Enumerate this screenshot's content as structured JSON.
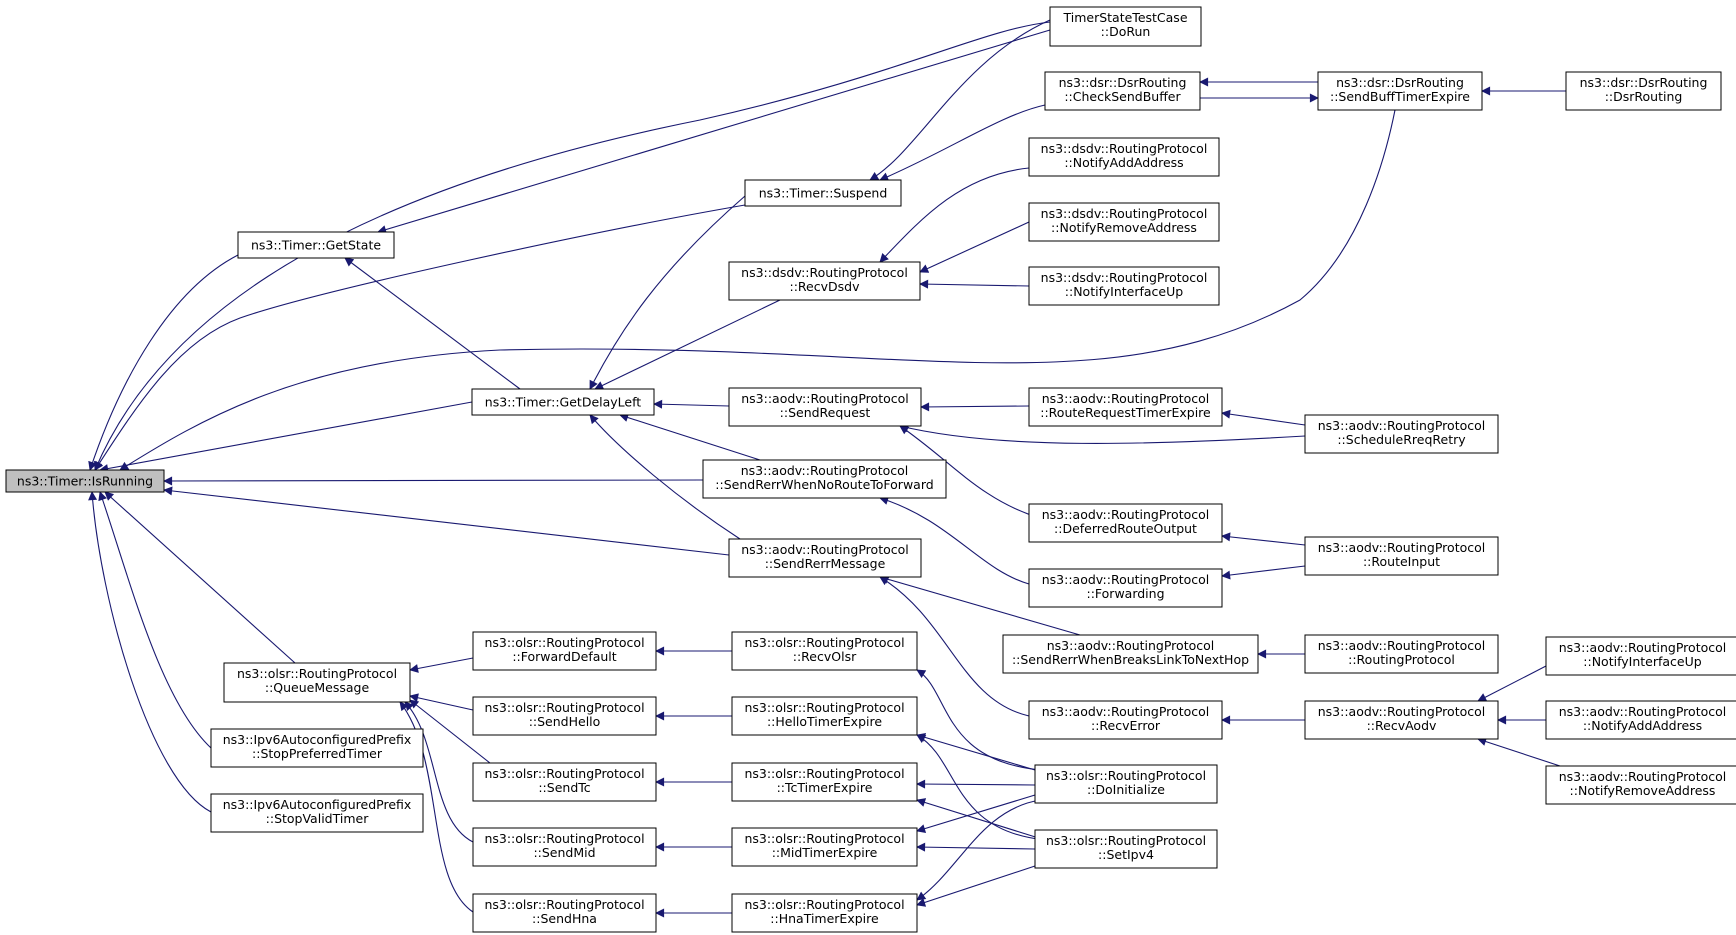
{
  "colors": {
    "edge": "#191970",
    "box_border": "#000000",
    "box_fill": "#ffffff",
    "root_fill": "#bfbfbf"
  },
  "nodes": {
    "isrunning": [
      "ns3::Timer::IsRunning"
    ],
    "getstate": [
      "ns3::Timer::GetState"
    ],
    "getdelayleft": [
      "ns3::Timer::GetDelayLeft"
    ],
    "suspend": [
      "ns3::Timer::Suspend"
    ],
    "timerstate_dorun": [
      "TimerStateTestCase",
      "::DoRun"
    ],
    "dsr_checksendbuffer": [
      "ns3::dsr::DsrRouting",
      "::CheckSendBuffer"
    ],
    "dsr_sendbufftimerexpire": [
      "ns3::dsr::DsrRouting",
      "::SendBuffTimerExpire"
    ],
    "dsr_dsrrouting": [
      "ns3::dsr::DsrRouting",
      "::DsrRouting"
    ],
    "dsdv_notifyaddaddress": [
      "ns3::dsdv::RoutingProtocol",
      "::NotifyAddAddress"
    ],
    "dsdv_recvdsdv": [
      "ns3::dsdv::RoutingProtocol",
      "::RecvDsdv"
    ],
    "dsdv_notifyremoveaddress": [
      "ns3::dsdv::RoutingProtocol",
      "::NotifyRemoveAddress"
    ],
    "dsdv_notifyinterfaceup": [
      "ns3::dsdv::RoutingProtocol",
      "::NotifyInterfaceUp"
    ],
    "aodv_sendrequest": [
      "ns3::aodv::RoutingProtocol",
      "::SendRequest"
    ],
    "aodv_routerequesttimerexpire": [
      "ns3::aodv::RoutingProtocol",
      "::RouteRequestTimerExpire"
    ],
    "aodv_schedulerreqretry": [
      "ns3::aodv::RoutingProtocol",
      "::ScheduleRreqRetry"
    ],
    "aodv_sendrerrwhennoroutetoforward": [
      "ns3::aodv::RoutingProtocol",
      "::SendRerrWhenNoRouteToForward"
    ],
    "aodv_deferredrouteoutput": [
      "ns3::aodv::RoutingProtocol",
      "::DeferredRouteOutput"
    ],
    "aodv_routeinput": [
      "ns3::aodv::RoutingProtocol",
      "::RouteInput"
    ],
    "aodv_sendrerrmessage": [
      "ns3::aodv::RoutingProtocol",
      "::SendRerrMessage"
    ],
    "aodv_forwarding": [
      "ns3::aodv::RoutingProtocol",
      "::Forwarding"
    ],
    "aodv_sendrerrwhenbreakslinktonexthop": [
      "ns3::aodv::RoutingProtocol",
      "::SendRerrWhenBreaksLinkToNextHop"
    ],
    "aodv_routingprotocol": [
      "ns3::aodv::RoutingProtocol",
      "::RoutingProtocol"
    ],
    "aodv_notifyinterfaceup": [
      "ns3::aodv::RoutingProtocol",
      "::NotifyInterfaceUp"
    ],
    "aodv_recverror": [
      "ns3::aodv::RoutingProtocol",
      "::RecvError"
    ],
    "aodv_recvaodv": [
      "ns3::aodv::RoutingProtocol",
      "::RecvAodv"
    ],
    "aodv_notifyaddaddress": [
      "ns3::aodv::RoutingProtocol",
      "::NotifyAddAddress"
    ],
    "aodv_notifyremoveaddress": [
      "ns3::aodv::RoutingProtocol",
      "::NotifyRemoveAddress"
    ],
    "olsr_queuemessage": [
      "ns3::olsr::RoutingProtocol",
      "::QueueMessage"
    ],
    "olsr_forwarddefault": [
      "ns3::olsr::RoutingProtocol",
      "::ForwardDefault"
    ],
    "olsr_recvolsr": [
      "ns3::olsr::RoutingProtocol",
      "::RecvOlsr"
    ],
    "olsr_sendhello": [
      "ns3::olsr::RoutingProtocol",
      "::SendHello"
    ],
    "olsr_hellotimerexpire": [
      "ns3::olsr::RoutingProtocol",
      "::HelloTimerExpire"
    ],
    "olsr_sendtc": [
      "ns3::olsr::RoutingProtocol",
      "::SendTc"
    ],
    "olsr_tctimerexpire": [
      "ns3::olsr::RoutingProtocol",
      "::TcTimerExpire"
    ],
    "olsr_doinitialize": [
      "ns3::olsr::RoutingProtocol",
      "::DoInitialize"
    ],
    "olsr_sendmid": [
      "ns3::olsr::RoutingProtocol",
      "::SendMid"
    ],
    "olsr_midtimerexpire": [
      "ns3::olsr::RoutingProtocol",
      "::MidTimerExpire"
    ],
    "olsr_setipv4": [
      "ns3::olsr::RoutingProtocol",
      "::SetIpv4"
    ],
    "olsr_sendhna": [
      "ns3::olsr::RoutingProtocol",
      "::SendHna"
    ],
    "olsr_hnatimerexpire": [
      "ns3::olsr::RoutingProtocol",
      "::HnaTimerExpire"
    ],
    "ipv6_stoppreferredtimer": [
      "ns3::Ipv6AutoconfiguredPrefix",
      "::StopPreferredTimer"
    ],
    "ipv6_stopvalidtimer": [
      "ns3::Ipv6AutoconfiguredPrefix",
      "::StopValidTimer"
    ]
  },
  "edges": [
    [
      "isrunning",
      "timerstate_dorun"
    ],
    [
      "isrunning",
      "getstate"
    ],
    [
      "isrunning",
      "suspend"
    ],
    [
      "isrunning",
      "dsr_sendbufftimerexpire"
    ],
    [
      "isrunning",
      "getdelayleft"
    ],
    [
      "isrunning",
      "aodv_sendrerrwhennoroutetoforward"
    ],
    [
      "isrunning",
      "aodv_sendrerrmessage"
    ],
    [
      "isrunning",
      "olsr_queuemessage"
    ],
    [
      "isrunning",
      "ipv6_stoppreferredtimer"
    ],
    [
      "isrunning",
      "ipv6_stopvalidtimer"
    ],
    [
      "getstate",
      "timerstate_dorun"
    ],
    [
      "getstate",
      "getdelayleft"
    ],
    [
      "getdelayleft",
      "suspend"
    ],
    [
      "getdelayleft",
      "dsdv_recvdsdv"
    ],
    [
      "getdelayleft",
      "aodv_sendrequest"
    ],
    [
      "getdelayleft",
      "aodv_sendrerrwhennoroutetoforward"
    ],
    [
      "getdelayleft",
      "aodv_sendrerrmessage"
    ],
    [
      "suspend",
      "timerstate_dorun"
    ],
    [
      "suspend",
      "dsr_checksendbuffer"
    ],
    [
      "dsr_checksendbuffer",
      "dsr_sendbufftimerexpire"
    ],
    [
      "dsr_sendbufftimerexpire",
      "dsr_checksendbuffer"
    ],
    [
      "dsr_sendbufftimerexpire",
      "dsr_dsrrouting"
    ],
    [
      "dsdv_recvdsdv",
      "dsdv_notifyaddaddress"
    ],
    [
      "dsdv_recvdsdv",
      "dsdv_notifyremoveaddress"
    ],
    [
      "dsdv_recvdsdv",
      "dsdv_notifyinterfaceup"
    ],
    [
      "aodv_sendrequest",
      "aodv_routerequesttimerexpire"
    ],
    [
      "aodv_sendrequest",
      "aodv_schedulerreqretry"
    ],
    [
      "aodv_sendrequest",
      "aodv_deferredrouteoutput"
    ],
    [
      "aodv_routerequesttimerexpire",
      "aodv_schedulerreqretry"
    ],
    [
      "aodv_sendrerrwhennoroutetoforward",
      "aodv_forwarding"
    ],
    [
      "aodv_deferredrouteoutput",
      "aodv_routeinput"
    ],
    [
      "aodv_forwarding",
      "aodv_routeinput"
    ],
    [
      "aodv_sendrerrmessage",
      "aodv_sendrerrwhenbreakslinktonexthop"
    ],
    [
      "aodv_sendrerrmessage",
      "aodv_recverror"
    ],
    [
      "aodv_sendrerrwhenbreakslinktonexthop",
      "aodv_routingprotocol"
    ],
    [
      "aodv_recverror",
      "aodv_recvaodv"
    ],
    [
      "aodv_recvaodv",
      "aodv_notifyinterfaceup"
    ],
    [
      "aodv_recvaodv",
      "aodv_notifyaddaddress"
    ],
    [
      "aodv_recvaodv",
      "aodv_notifyremoveaddress"
    ],
    [
      "olsr_queuemessage",
      "olsr_forwarddefault"
    ],
    [
      "olsr_queuemessage",
      "olsr_sendhello"
    ],
    [
      "olsr_queuemessage",
      "olsr_sendtc"
    ],
    [
      "olsr_queuemessage",
      "olsr_sendmid"
    ],
    [
      "olsr_queuemessage",
      "olsr_sendhna"
    ],
    [
      "olsr_forwarddefault",
      "olsr_recvolsr"
    ],
    [
      "olsr_recvolsr",
      "olsr_doinitialize"
    ],
    [
      "olsr_sendhello",
      "olsr_hellotimerexpire"
    ],
    [
      "olsr_hellotimerexpire",
      "olsr_doinitialize"
    ],
    [
      "olsr_hellotimerexpire",
      "olsr_setipv4"
    ],
    [
      "olsr_sendtc",
      "olsr_tctimerexpire"
    ],
    [
      "olsr_tctimerexpire",
      "olsr_doinitialize"
    ],
    [
      "olsr_tctimerexpire",
      "olsr_setipv4"
    ],
    [
      "olsr_sendmid",
      "olsr_midtimerexpire"
    ],
    [
      "olsr_midtimerexpire",
      "olsr_doinitialize"
    ],
    [
      "olsr_midtimerexpire",
      "olsr_setipv4"
    ],
    [
      "olsr_sendhna",
      "olsr_hnatimerexpire"
    ],
    [
      "olsr_hnatimerexpire",
      "olsr_doinitialize"
    ],
    [
      "olsr_hnatimerexpire",
      "olsr_setipv4"
    ]
  ]
}
